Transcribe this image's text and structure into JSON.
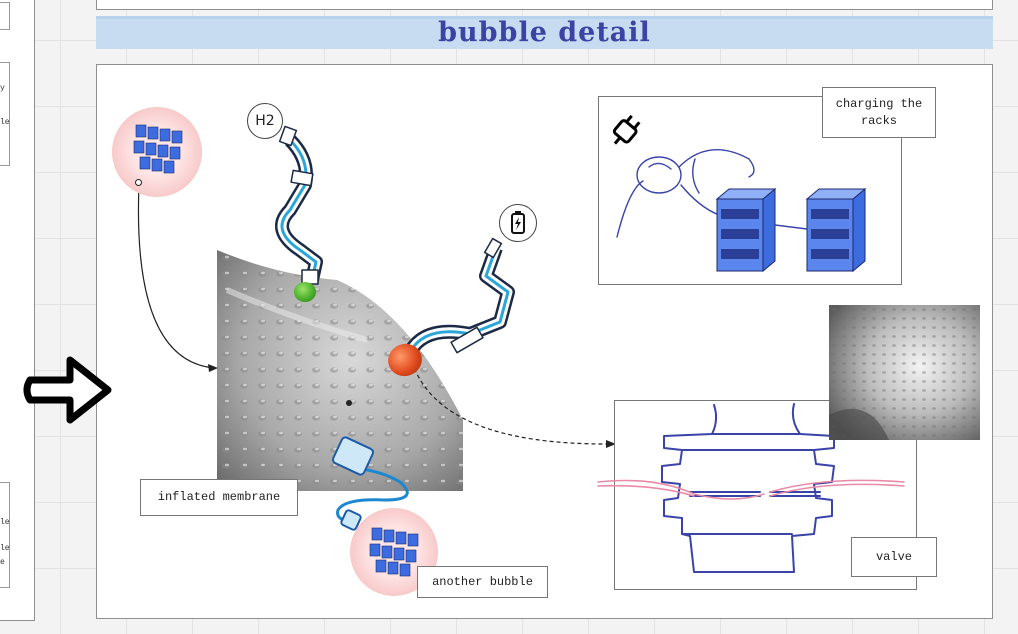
{
  "canvas": {
    "title": "bubble detail",
    "left_panel_fragments": [
      "le",
      "y",
      "le",
      "le",
      "le",
      "e"
    ]
  },
  "labels": {
    "inflated_membrane": "inflated membrane",
    "another_bubble": "another bubble",
    "charging_racks": "charging the racks",
    "valve": "valve"
  },
  "icons": {
    "hydrogen_badge": "H2",
    "battery_badge": "battery-charging-icon",
    "plug_icon": "plug-icon",
    "big_arrow": "arrow-right-icon"
  },
  "colors": {
    "title_text": "#3c43a4",
    "title_band": "#c7dcf0",
    "rack_blue": "#3d6be0",
    "connector_cyan": "#2aa6d8",
    "valve_sketch": "#3a44a8",
    "valve_fibre": "#e88aa8",
    "green_port": "#4caf2b",
    "red_port": "#e04a1c"
  }
}
